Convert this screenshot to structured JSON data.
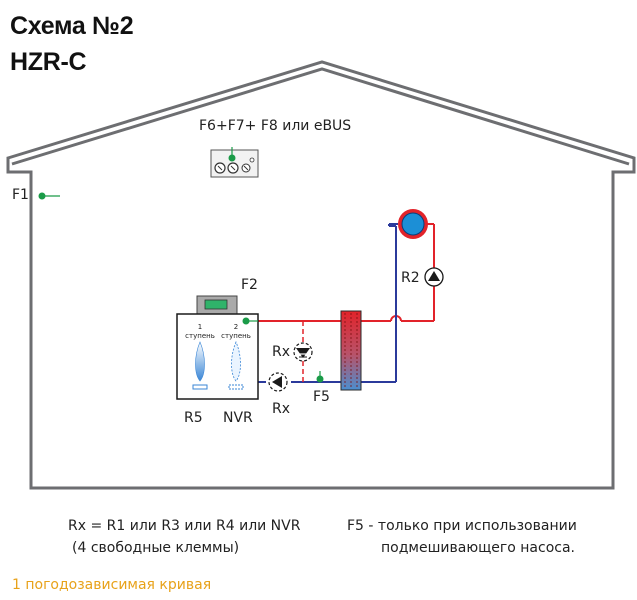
{
  "title": {
    "line1": "Схема №2",
    "line2": "HZR-C"
  },
  "controller": {
    "label": "F6+F7+ F8 или eBUS"
  },
  "sensors": {
    "f1": "F1",
    "f2": "F2",
    "f5": "F5"
  },
  "pumps": {
    "r2": "R2"
  },
  "valves": {
    "rx_mixer": "Rx",
    "rx_pump": "Rx"
  },
  "boiler": {
    "stage1_num": "1",
    "stage1_label": "ступень",
    "stage2_num": "2",
    "stage2_label": "ступень",
    "r5": "R5",
    "nvr": "NVR"
  },
  "notes": {
    "rx_line1": "Rx = R1 или R3 или R4 или NVR",
    "rx_line2": "(4 свободные клеммы)",
    "f5_line1": "F5 - только при использовании",
    "f5_line2": "подмешивающего насоса."
  },
  "footer": {
    "curve": "1 погодозависимая кривая"
  },
  "colors": {
    "house": "#6d6e71",
    "supply": "#e2232a",
    "return": "#2b3a9b",
    "sensor": "#1a9b48",
    "accent": "#e8a21a",
    "radiator": "#1c8fd6"
  }
}
